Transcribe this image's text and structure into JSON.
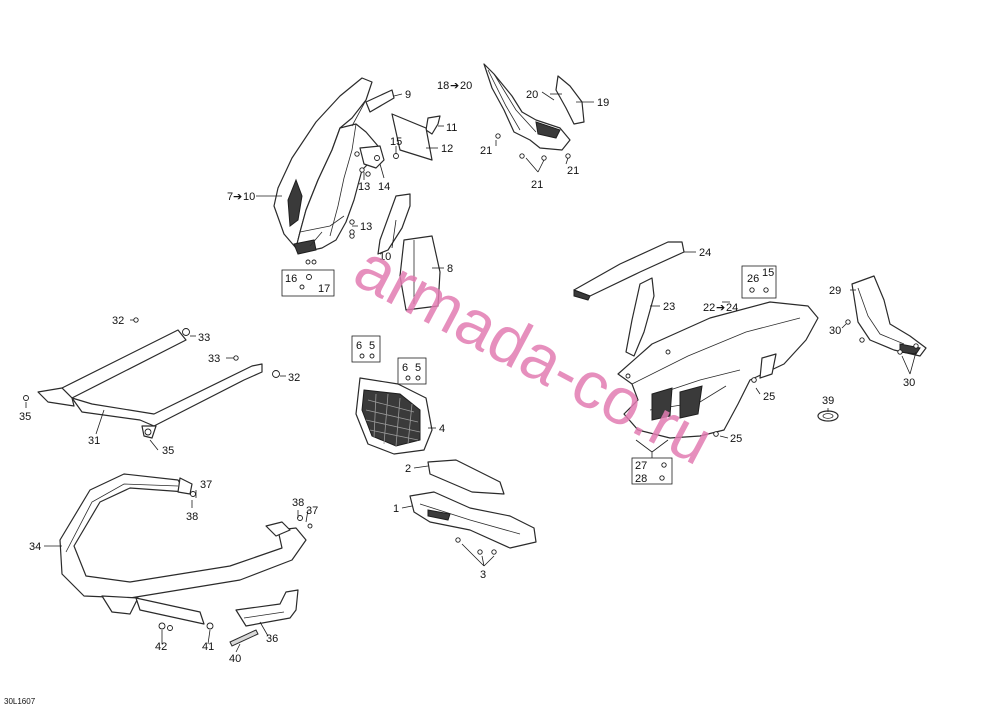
{
  "diagram": {
    "reference_code": "30L1607",
    "watermark": "armada-co.ru",
    "arrow_glyph": "➔",
    "callouts": {
      "c1": "1",
      "c2": "2",
      "c3": "3",
      "c4": "4",
      "c5a": "5",
      "c5b": "5",
      "c6a": "6",
      "c6b": "6",
      "c7": "7",
      "c8": "8",
      "c9": "9",
      "c10a": "10",
      "c10b": "10",
      "c11": "11",
      "c12": "12",
      "c13a": "13",
      "c13b": "13",
      "c14": "14",
      "c15a": "15",
      "c15b": "15",
      "c16": "16",
      "c17": "17",
      "c18": "18",
      "c19": "19",
      "c20a": "20",
      "c20b": "20",
      "c21a": "21",
      "c21b": "21",
      "c21c": "21",
      "c22": "22",
      "c23": "23",
      "c24a": "24",
      "c24b": "24",
      "c25a": "25",
      "c25b": "25",
      "c26": "26",
      "c27": "27",
      "c28": "28",
      "c29": "29",
      "c30a": "30",
      "c30b": "30",
      "c31": "31",
      "c32a": "32",
      "c32b": "32",
      "c33a": "33",
      "c33b": "33",
      "c34": "34",
      "c35a": "35",
      "c35b": "35",
      "c36": "36",
      "c37a": "37",
      "c37b": "37",
      "c38a": "38",
      "c38b": "38",
      "c39": "39",
      "c40": "40",
      "c41": "41",
      "c42": "42"
    }
  }
}
